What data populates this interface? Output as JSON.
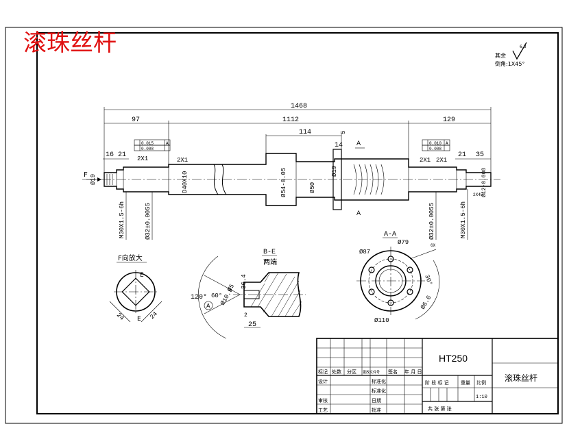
{
  "drawing_title": "滚珠丝杆",
  "surface_note": {
    "label": "其余",
    "roughness": "6.3",
    "chamfer": "倒角:1X45°"
  },
  "main_view": {
    "dims": {
      "overall": "1468",
      "left_seg": "97",
      "middle_seg": "1112",
      "right_seg": "129",
      "nut_len": "114",
      "flange": "14",
      "gap": "5",
      "phi19": "Ø19",
      "d16": "16",
      "d21a": "21",
      "d21b": "21",
      "d35": "35",
      "chamfer1": "2X1",
      "chamfer2": "2X1",
      "chamfer3": "2X1",
      "chamfer4": "2X1",
      "thread_main": "D40X10",
      "d54": "Ø54-0.05",
      "d50": "Ø50",
      "d19n": "Ø19",
      "d12": "Ø12-0.008",
      "chamfer_r": "2X45°",
      "left_thread": "M30X1.5-6h",
      "left_bearing": "Ø32±0.0055",
      "right_bearing": "Ø32±0.0055",
      "right_thread": "M30X1.5-6h",
      "section_a": "A",
      "view_a": "A",
      "view_f": "F",
      "tol_left_1": "0.015",
      "tol_left_2": "0.008",
      "tol_right_1": "0.010",
      "tol_right_2": "0.008",
      "tol_ref": "A",
      "datum_a1": "A",
      "datum_a2": "A"
    }
  },
  "detail_f": {
    "title": "F向放大",
    "e_label": "E",
    "e_label2": "E",
    "dim1": "24",
    "dim2": "24"
  },
  "section_b": {
    "title": "B-E",
    "subtitle": "两端",
    "angle1": "120°",
    "angle2": "60°",
    "d5": "Ø5",
    "d10": "Ø10.5",
    "d25": "25",
    "d2": "2",
    "d364": "36.4",
    "label_a": "A"
  },
  "section_aa": {
    "title": "A-A",
    "d87": "Ø87",
    "d79": "Ø79",
    "angle30": "30°",
    "d66": "Ø6.6",
    "d110": "Ø110",
    "note": "6X"
  },
  "title_block": {
    "material": "HT250",
    "part_name": "滚珠丝杆",
    "headers": [
      "标记",
      "处数",
      "分区",
      "更改文件号",
      "签名",
      "年 月 日"
    ],
    "rows_left": [
      "设计",
      "",
      "审核",
      "工艺"
    ],
    "row_labels_mid": [
      "标准化",
      "",
      "日期",
      "批准"
    ],
    "mid_labels2": [
      "标准化",
      "批准"
    ],
    "stage_labels": [
      "阶 段 标 记",
      "重量",
      "比例"
    ],
    "scale": "1:10",
    "sheet": "共   张  第   张"
  }
}
